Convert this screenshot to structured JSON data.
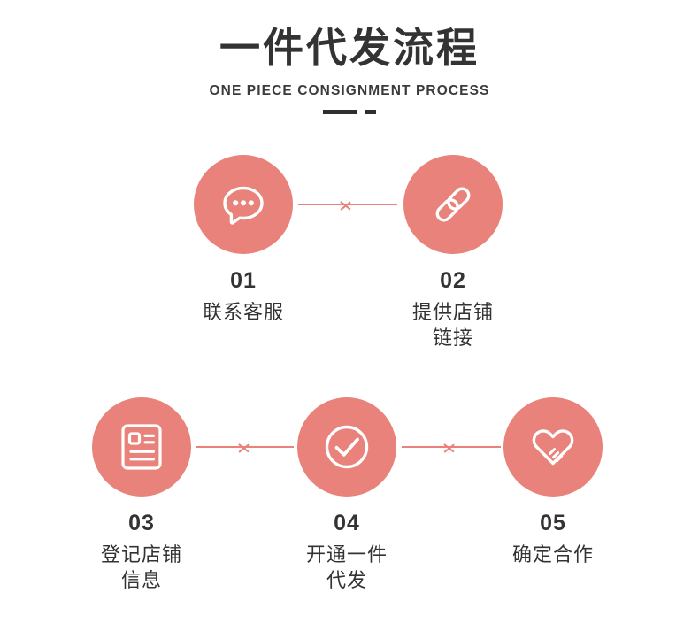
{
  "header": {
    "title": "一件代发流程",
    "subtitle": "ONE PIECE CONSIGNMENT PROCESS",
    "divider_icon": "double-dash-divider"
  },
  "theme": {
    "accent": "#e8827a",
    "text": "#333333",
    "background": "#ffffff",
    "icon_stroke": "#ffffff"
  },
  "flow": {
    "rows": [
      {
        "name": "row-one",
        "steps": [
          {
            "number": "01",
            "label": "联系客服",
            "icon": "speech-bubble-dots-icon"
          },
          {
            "number": "02",
            "label": "提供店铺\n链接",
            "icon": "chain-link-icon"
          }
        ],
        "connectors": [
          {
            "name": "arrow-01-to-02",
            "icon": "chevron-right-arrow"
          }
        ]
      },
      {
        "name": "row-two",
        "steps": [
          {
            "number": "03",
            "label": "登记店铺\n信息",
            "icon": "id-card-document-icon"
          },
          {
            "number": "04",
            "label": "开通一件\n代发",
            "icon": "check-circle-icon"
          },
          {
            "number": "05",
            "label": "确定合作",
            "icon": "heart-hands-icon"
          }
        ],
        "connectors": [
          {
            "name": "arrow-03-to-04",
            "icon": "chevron-right-arrow"
          },
          {
            "name": "arrow-04-to-05",
            "icon": "chevron-right-arrow"
          }
        ]
      }
    ]
  }
}
